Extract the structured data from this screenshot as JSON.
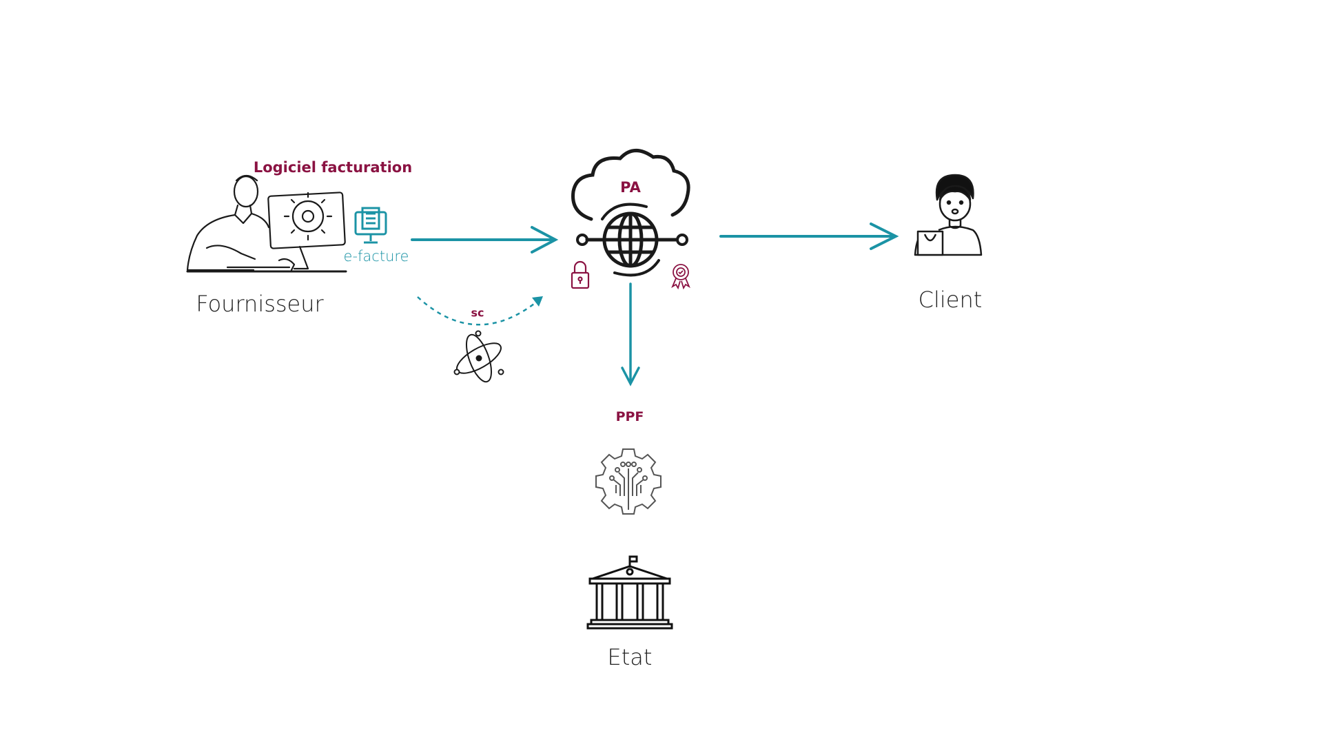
{
  "labels": {
    "software": "Logiciel facturation",
    "einvoice": "e-facture",
    "supplier": "Fournisseur",
    "pa": "PA",
    "sc": "sc",
    "ppf": "PPF",
    "client": "Client",
    "state": "Etat"
  },
  "colors": {
    "accent": "#1b93a5",
    "brand": "#8a1242",
    "ink": "#1a1a1a"
  }
}
